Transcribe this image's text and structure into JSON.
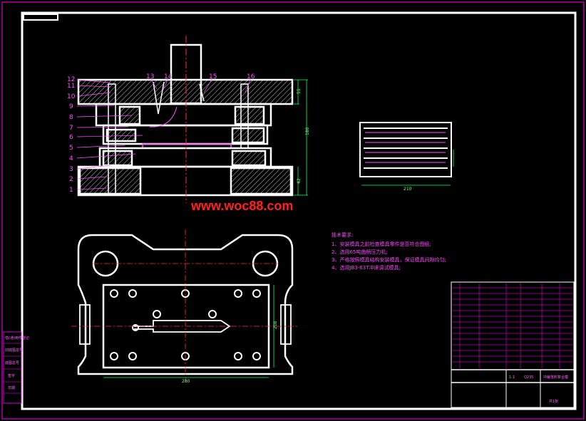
{
  "watermark": "www.woc88.com",
  "part_numbers": [
    "1",
    "2",
    "3",
    "4",
    "5",
    "6",
    "7",
    "8",
    "9",
    "10",
    "11",
    "12",
    "13",
    "14",
    "15",
    "16"
  ],
  "dimensions": {
    "height_total": "180",
    "height_top": "55",
    "height_bottom": "42",
    "strip_length": "210",
    "plan_width": "280",
    "plan_height": "200"
  },
  "tech_notes": {
    "title": "技术要求:",
    "items": [
      "1、安装模具之前检查模具零件是否符合图纸;",
      "2、选用65吨曲柄压力机;",
      "3、严格按照模具结构安装模具，保证模具间隙均匀;",
      "4、选用JB3-63T冲床调试模具;"
    ]
  },
  "title_block": {
    "drawing_name": "冲裁落料复合模",
    "scale": "1:1",
    "material": "Q235",
    "sheet": "共1张"
  },
  "left_stamp": [
    "借(通)用件登记",
    "旧底图总号",
    "底图总号",
    "签字",
    "日期"
  ],
  "colors": {
    "background": "#000000",
    "frame": "#ff00ff",
    "outline": "#ffffff",
    "hatch": "#bbbbbb",
    "center_line": "#ff3333",
    "dimension": "#00ff66",
    "watermark": "#ff2020"
  }
}
